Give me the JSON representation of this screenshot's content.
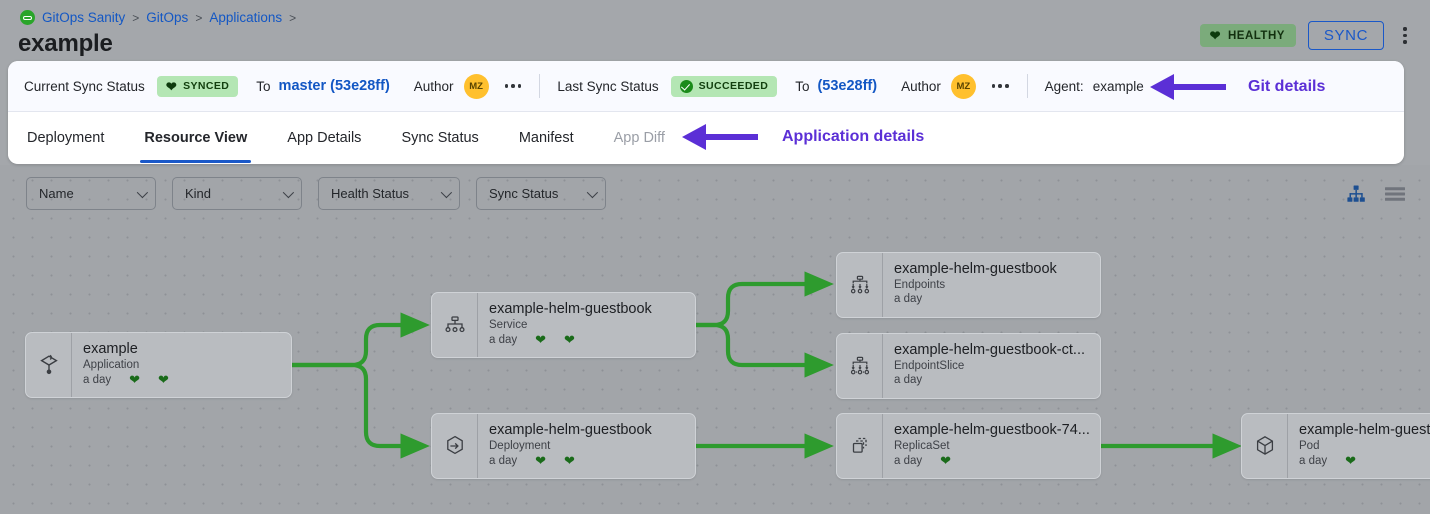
{
  "breadcrumb": {
    "logo_icon": "gitops-logo-icon",
    "items": [
      "GitOps Sanity",
      "GitOps",
      "Applications"
    ],
    "separator": ">"
  },
  "header": {
    "title": "example",
    "health_badge": {
      "label": "HEALTHY",
      "icon": "heart-icon",
      "color": "#7bab7b"
    },
    "sync_button": {
      "label": "SYNC",
      "color": "#1a58c8"
    },
    "overflow_icon": "kebab-menu-icon"
  },
  "sync_bar": {
    "current_label": "Current Sync Status",
    "current_status": "SYNCED",
    "current_to_word": "To",
    "current_revision": "master (53e28ff)",
    "current_author_label": "Author",
    "current_author_initials": "MZ",
    "last_label": "Last Sync Status",
    "last_status": "SUCCEEDED",
    "last_to_word": "To",
    "last_revision": "(53e28ff)",
    "last_author_label": "Author",
    "last_author_initials": "MZ",
    "agent_label": "Agent:",
    "agent_value": "example",
    "annotation": "Git details",
    "annotation_color": "#5b2fd6"
  },
  "tabs": {
    "items": [
      {
        "label": "Deployment",
        "active": false,
        "disabled": false
      },
      {
        "label": "Resource View",
        "active": true,
        "disabled": false
      },
      {
        "label": "App Details",
        "active": false,
        "disabled": false
      },
      {
        "label": "Sync Status",
        "active": false,
        "disabled": false
      },
      {
        "label": "Manifest",
        "active": false,
        "disabled": false
      },
      {
        "label": "App Diff",
        "active": false,
        "disabled": true
      }
    ],
    "annotation": "Application details",
    "annotation_color": "#5b2fd6"
  },
  "filters": [
    {
      "label": "Name",
      "name": "name"
    },
    {
      "label": "Kind",
      "name": "kind"
    },
    {
      "label": "Health Status",
      "name": "health-status"
    },
    {
      "label": "Sync Status",
      "name": "sync-status"
    }
  ],
  "view_toggles": [
    {
      "icon": "tree-view-icon",
      "active": true,
      "color": "#1d4f91"
    },
    {
      "icon": "list-view-icon",
      "active": false,
      "color": "#70747c"
    }
  ],
  "graph": {
    "edge_color": "#2e9b2e",
    "nodes": [
      {
        "id": "app",
        "name": "example",
        "kind": "Application",
        "age": "a day",
        "hearts": 2,
        "icon": "argo-application-icon"
      },
      {
        "id": "svc",
        "name": "example-helm-guestbook",
        "kind": "Service",
        "age": "a day",
        "hearts": 2,
        "icon": "service-icon"
      },
      {
        "id": "ep",
        "name": "example-helm-guestbook",
        "kind": "Endpoints",
        "age": "a day",
        "hearts": 0,
        "icon": "endpoints-icon"
      },
      {
        "id": "eps",
        "name": "example-helm-guestbook-ct...",
        "kind": "EndpointSlice",
        "age": "a day",
        "hearts": 0,
        "icon": "endpointslice-icon"
      },
      {
        "id": "deploy",
        "name": "example-helm-guestbook",
        "kind": "Deployment",
        "age": "a day",
        "hearts": 2,
        "icon": "deployment-icon"
      },
      {
        "id": "rs",
        "name": "example-helm-guestbook-74...",
        "kind": "ReplicaSet",
        "age": "a day",
        "hearts": 1,
        "icon": "replicaset-icon"
      },
      {
        "id": "pod",
        "name": "example-helm-guest",
        "kind": "Pod",
        "age": "a day",
        "hearts": 1,
        "icon": "pod-icon"
      }
    ]
  }
}
